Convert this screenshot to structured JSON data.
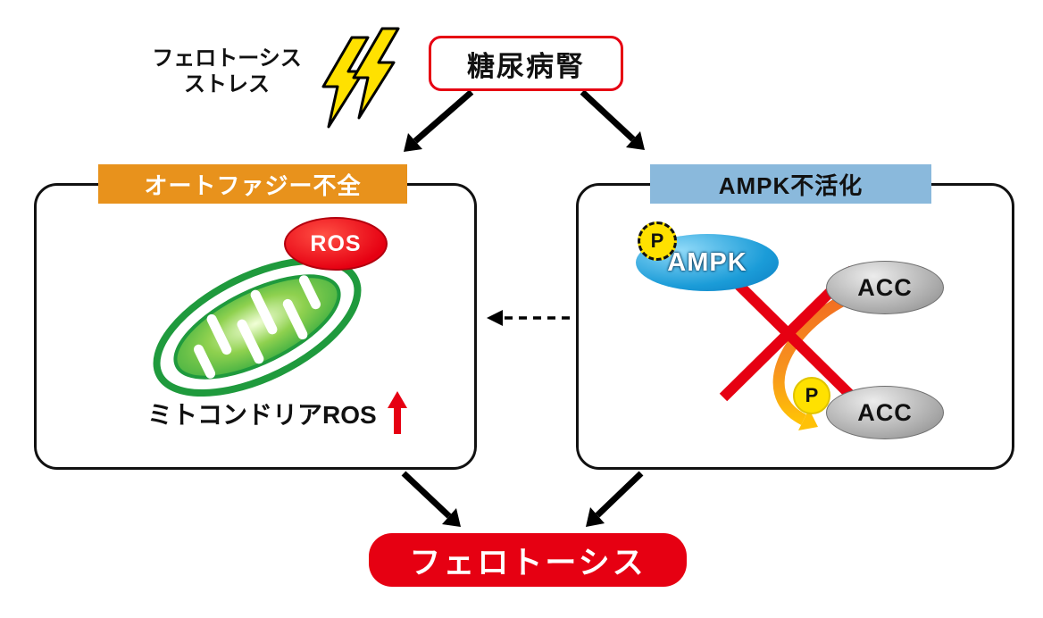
{
  "stress": {
    "line1": "フェロトーシス",
    "line2": "ストレス"
  },
  "trigger_box": {
    "label": "糖尿病腎"
  },
  "left_panel": {
    "header": "オートファジー不全",
    "ros_label": "ROS",
    "caption": "ミトコンドリアROS"
  },
  "right_panel": {
    "header": "AMPK不活化",
    "ampk_label": "AMPK",
    "p_label": "P",
    "acc_top_label": "ACC",
    "p2_label": "P",
    "acc_bottom_label": "ACC"
  },
  "outcome_box": {
    "label": "フェロトーシス"
  },
  "colors": {
    "accent_red": "#e60012",
    "header_orange": "#e8921c",
    "header_blue": "#8ab9dc",
    "ampk_blue": "#1b9cd8",
    "phosphate_yellow": "#ffe100",
    "mito_green": "#1f9a3d",
    "acc_gray": "#a8a8a8",
    "bolt_yellow": "#ffe100"
  }
}
